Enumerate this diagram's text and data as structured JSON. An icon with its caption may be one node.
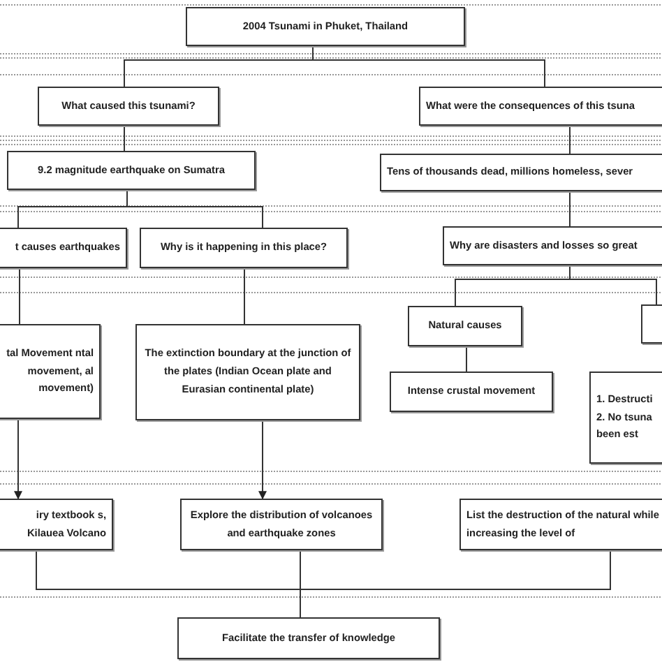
{
  "diagram": {
    "nodes": [
      {
        "text": [
          "2004 Tsunami in Phuket, Thailand"
        ]
      },
      {
        "text": [
          "What caused this tsunami?"
        ]
      },
      {
        "text": [
          "What were the consequences of this tsuna"
        ]
      },
      {
        "text": [
          "9.2 magnitude earthquake on Sumatra"
        ]
      },
      {
        "text": [
          "Tens of thousands dead, millions homeless, sever"
        ]
      },
      {
        "text": [
          "t causes earthquakes"
        ]
      },
      {
        "text": [
          "Why is it happening in this place?"
        ]
      },
      {
        "text": [
          "Why are disasters and losses so great"
        ]
      },
      {
        "text": [
          "tal Movement ntal movement, al movement)"
        ]
      },
      {
        "text": [
          "The extinction boundary at the junction of the plates (Indian Ocean plate and Eurasian continental plate)"
        ]
      },
      {
        "text": [
          "Natural causes"
        ]
      },
      {
        "text": [],
        "shape": "box"
      },
      {
        "text": [
          "Intense crustal movement"
        ]
      },
      {
        "text": [
          "1. Destructi",
          "2. No tsuna been est"
        ]
      },
      {
        "text": [
          "iry textbook s, Kilauea Volcano"
        ]
      },
      {
        "text": [
          "Explore the distribution of volcanoes and earthquake zones"
        ]
      },
      {
        "text": [
          "List the destruction of the natural while increasing the level of"
        ]
      },
      {
        "text": [
          "Facilitate the transfer of knowledge"
        ]
      }
    ],
    "edges": [
      {
        "from": 0,
        "to": 1,
        "arrow": "none"
      },
      {
        "from": 0,
        "to": 2,
        "arrow": "none"
      },
      {
        "from": 1,
        "to": 3,
        "arrow": "none"
      },
      {
        "from": 2,
        "to": 4,
        "arrow": "none"
      },
      {
        "from": 3,
        "to": 5,
        "arrow": "none"
      },
      {
        "from": 3,
        "to": 6,
        "arrow": "none"
      },
      {
        "from": 4,
        "to": 7,
        "arrow": "none"
      },
      {
        "from": 7,
        "to": 10,
        "arrow": "none"
      },
      {
        "from": 7,
        "to": 11,
        "arrow": "none"
      },
      {
        "from": 5,
        "to": 8,
        "arrow": "none"
      },
      {
        "from": 6,
        "to": 9,
        "arrow": "none"
      },
      {
        "from": 10,
        "to": 12,
        "arrow": "none"
      },
      {
        "from": 8,
        "to": 14,
        "arrow": "to"
      },
      {
        "from": 9,
        "to": 15,
        "arrow": "to"
      },
      {
        "from": 14,
        "to": 17,
        "arrow": "none"
      },
      {
        "from": 15,
        "to": 17,
        "arrow": "none"
      },
      {
        "from": 16,
        "to": 17,
        "arrow": "none"
      }
    ]
  }
}
